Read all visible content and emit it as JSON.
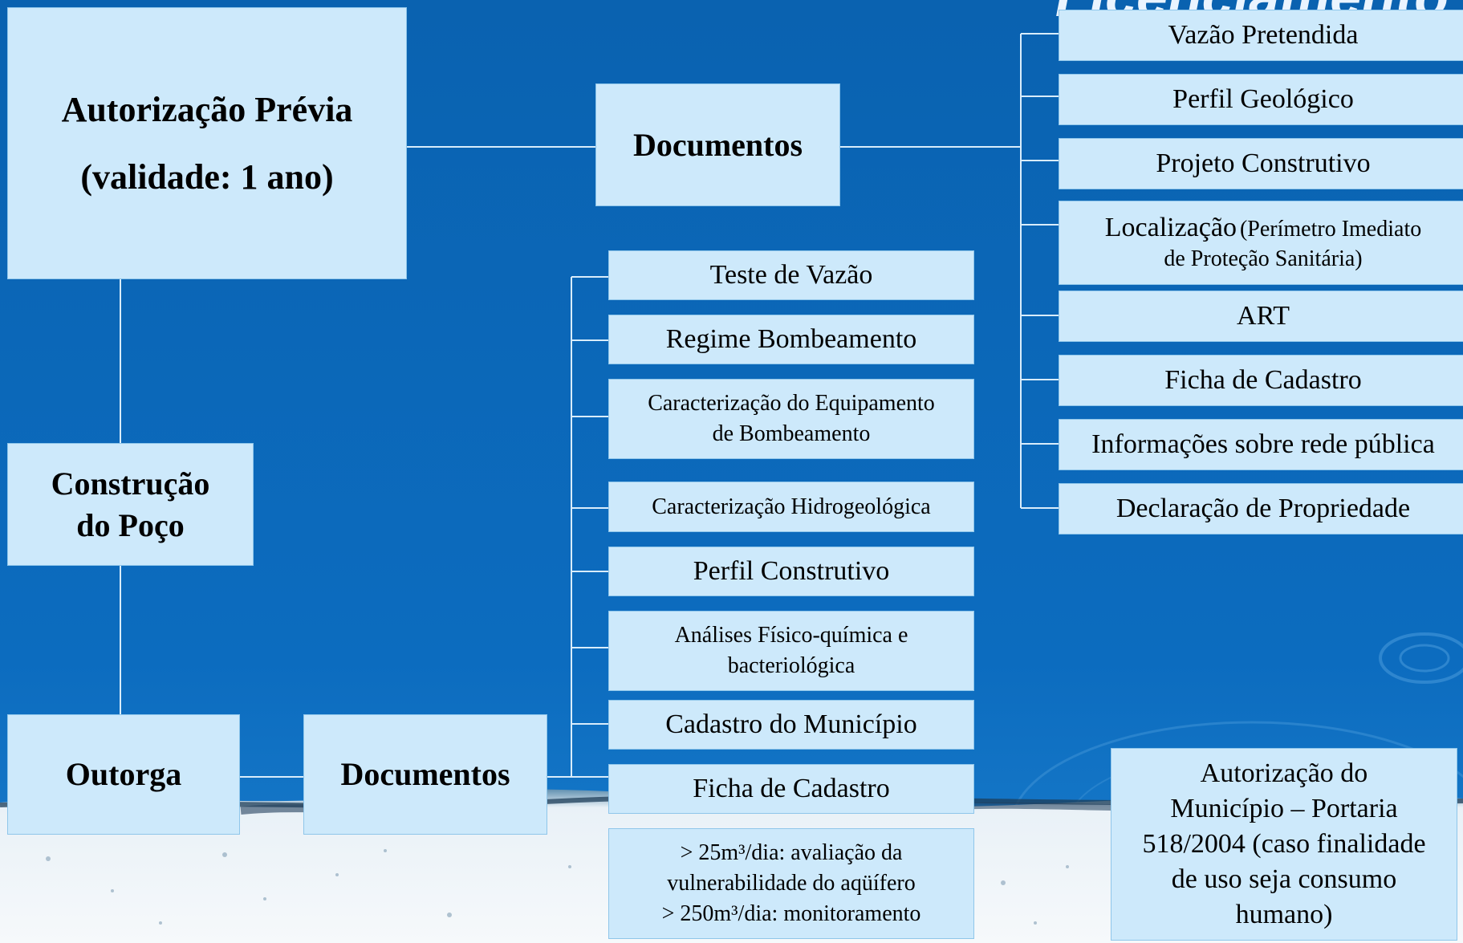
{
  "title": "Licenciamento",
  "left_column": {
    "autorizacao_line1": "Autorização Prévia",
    "autorizacao_line2": "(validade: 1 ano)",
    "construcao_line1": "Construção",
    "construcao_line2": "do Poço",
    "outorga": "Outorga"
  },
  "documents_top": {
    "label": "Documentos",
    "items": [
      "Vazão Pretendida",
      "Perfil Geológico",
      "Projeto Construtivo",
      "Localização",
      "ART",
      "Ficha de Cadastro",
      "Informações sobre rede pública",
      "Declaração de Propriedade"
    ],
    "localizacao_detail_line1": "(Perímetro Imediato",
    "localizacao_detail_line2": "de Proteção Sanitária)"
  },
  "documents_bottom": {
    "label": "Documentos",
    "items": [
      "Teste de Vazão",
      "Regime Bombeamento",
      "Caracterização do Equipamento",
      "de Bombeamento",
      "Caracterização Hidrogeológica",
      "Perfil Construtivo",
      "Análises Físico-química e",
      "bacteriológica",
      "Cadastro do Município",
      "Ficha de Cadastro",
      "> 25m³/dia: avaliação da",
      "vulnerabilidade do aqüífero",
      "> 250m³/dia: monitoramento"
    ]
  },
  "municipio_note": [
    "Autorização do",
    "Município – Portaria",
    "518/2004 (caso finalidade",
    "de uso seja consumo",
    "humano)"
  ],
  "colors": {
    "background": "#0a64b2",
    "box_fill": "#cde9fb",
    "connector": "#d8ecfb",
    "water": "#eef4f8"
  }
}
